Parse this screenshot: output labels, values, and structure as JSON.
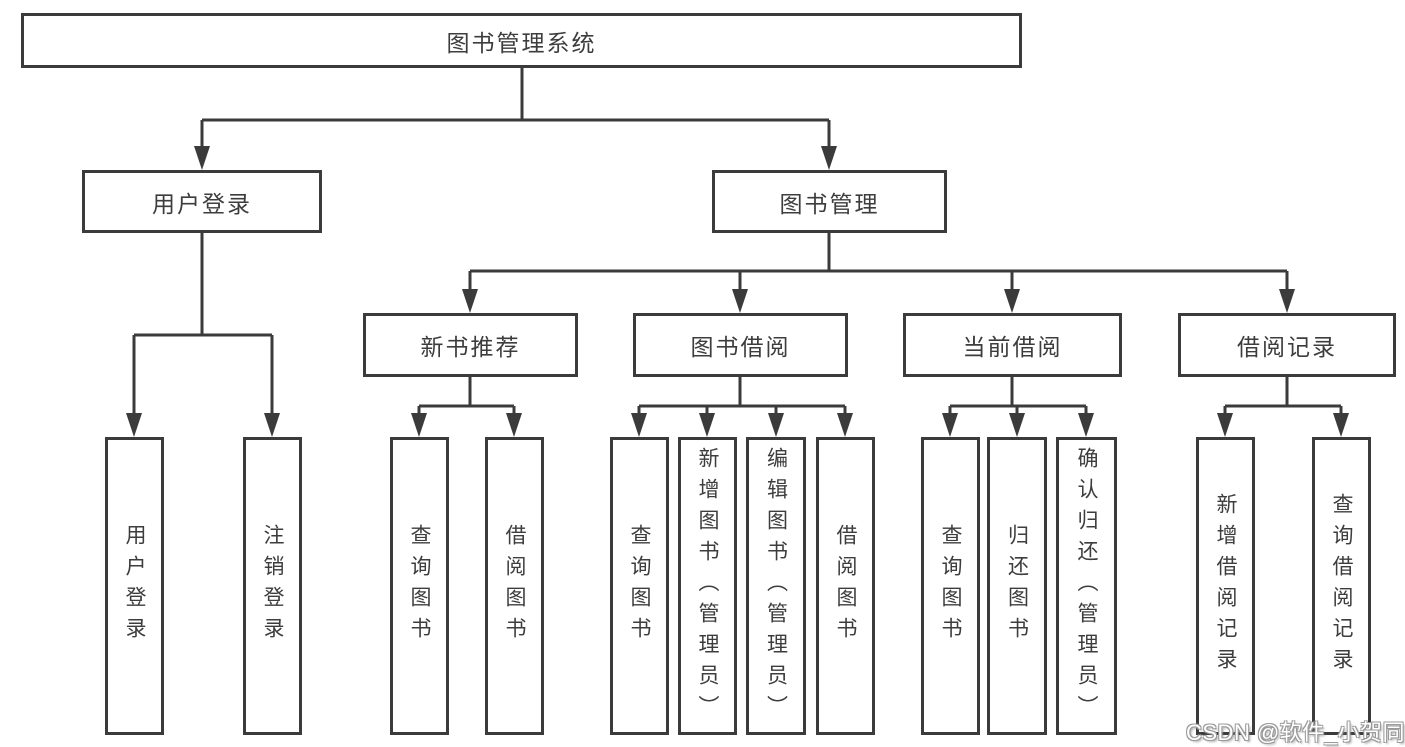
{
  "diagram": {
    "root_label": "图书管理系统",
    "branches": [
      {
        "label": "用户登录",
        "children": [
          {
            "label": "用户登录"
          },
          {
            "label": "注销登录"
          }
        ]
      },
      {
        "label": "图书管理",
        "children": [
          {
            "label": "新书推荐",
            "children": [
              {
                "label": "查询图书"
              },
              {
                "label": "借阅图书"
              }
            ]
          },
          {
            "label": "图书借阅",
            "children": [
              {
                "label": "查询图书"
              },
              {
                "label": "新增图书（管理员）"
              },
              {
                "label": "编辑图书（管理员）"
              },
              {
                "label": "借阅图书"
              }
            ]
          },
          {
            "label": "当前借阅",
            "children": [
              {
                "label": "查询图书"
              },
              {
                "label": "归还图书"
              },
              {
                "label": "确认归还（管理员）"
              }
            ]
          },
          {
            "label": "借阅记录",
            "children": [
              {
                "label": "新增借阅记录"
              },
              {
                "label": "查询借阅记录"
              }
            ]
          }
        ]
      }
    ]
  },
  "watermark": {
    "text": "CSDN @软件_小贺同学"
  },
  "colors": {
    "line": "#3b3b3b",
    "text": "#3d3d3d",
    "node_fill": "#ffffff",
    "background": "#ffffff",
    "watermark_text": "#ffffff",
    "watermark_outline": "#9a9a9a"
  }
}
